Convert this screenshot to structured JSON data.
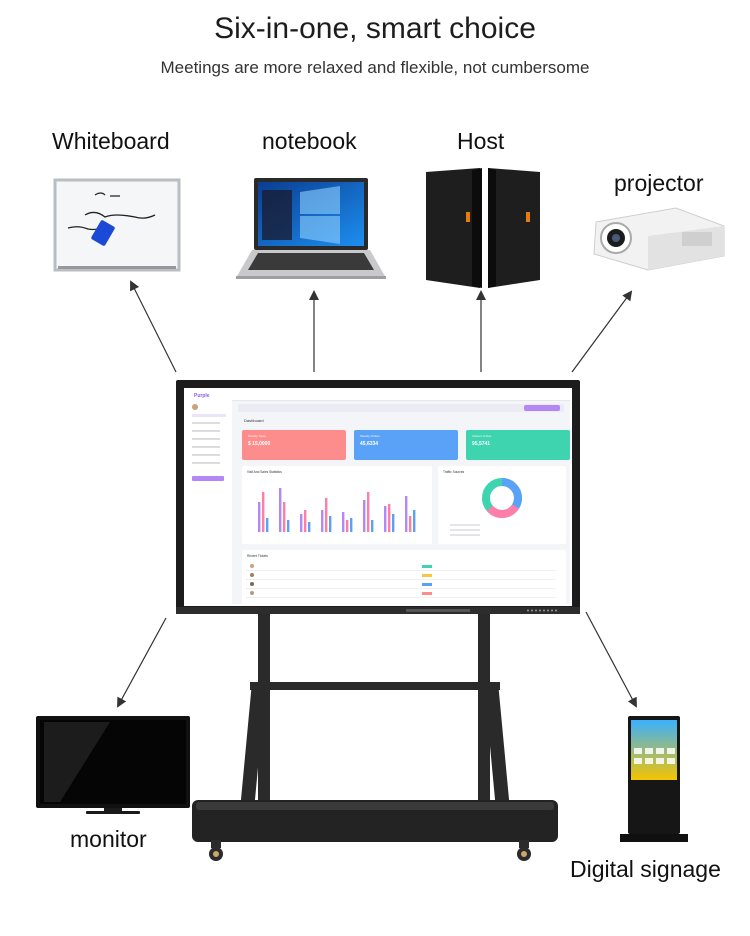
{
  "heading": {
    "title": "Six-in-one, smart choice",
    "subtitle": "Meetings are more relaxed and flexible, not cumbersome"
  },
  "devices": {
    "whiteboard": {
      "label": "Whiteboard",
      "icon": "whiteboard-icon"
    },
    "notebook": {
      "label": "notebook",
      "icon": "laptop-icon"
    },
    "host": {
      "label": "Host",
      "icon": "speaker-icon"
    },
    "projector": {
      "label": "projector",
      "icon": "projector-icon"
    },
    "monitor": {
      "label": "monitor",
      "icon": "monitor-icon"
    },
    "signage": {
      "label": "Digital signage",
      "icon": "kiosk-icon"
    }
  },
  "screen_ui": {
    "brand": "Purple",
    "section": "Dashboard",
    "cards": [
      {
        "title": "Weekly Sales",
        "value": "$ 15,0000",
        "color": "#fd8d8c"
      },
      {
        "title": "Weekly Orders",
        "value": "45,6334",
        "color": "#5aa2f7"
      },
      {
        "title": "Visitors Online",
        "value": "95,5741",
        "color": "#3ed4b0"
      }
    ],
    "chart_title": "Visit And Sales Statistics",
    "traffic_title": "Traffic Sources",
    "projects_title": "Recent Tickets"
  },
  "colors": {
    "arrow": "#333333",
    "frame": "#1c1c1c",
    "accent": "#b388f5"
  }
}
